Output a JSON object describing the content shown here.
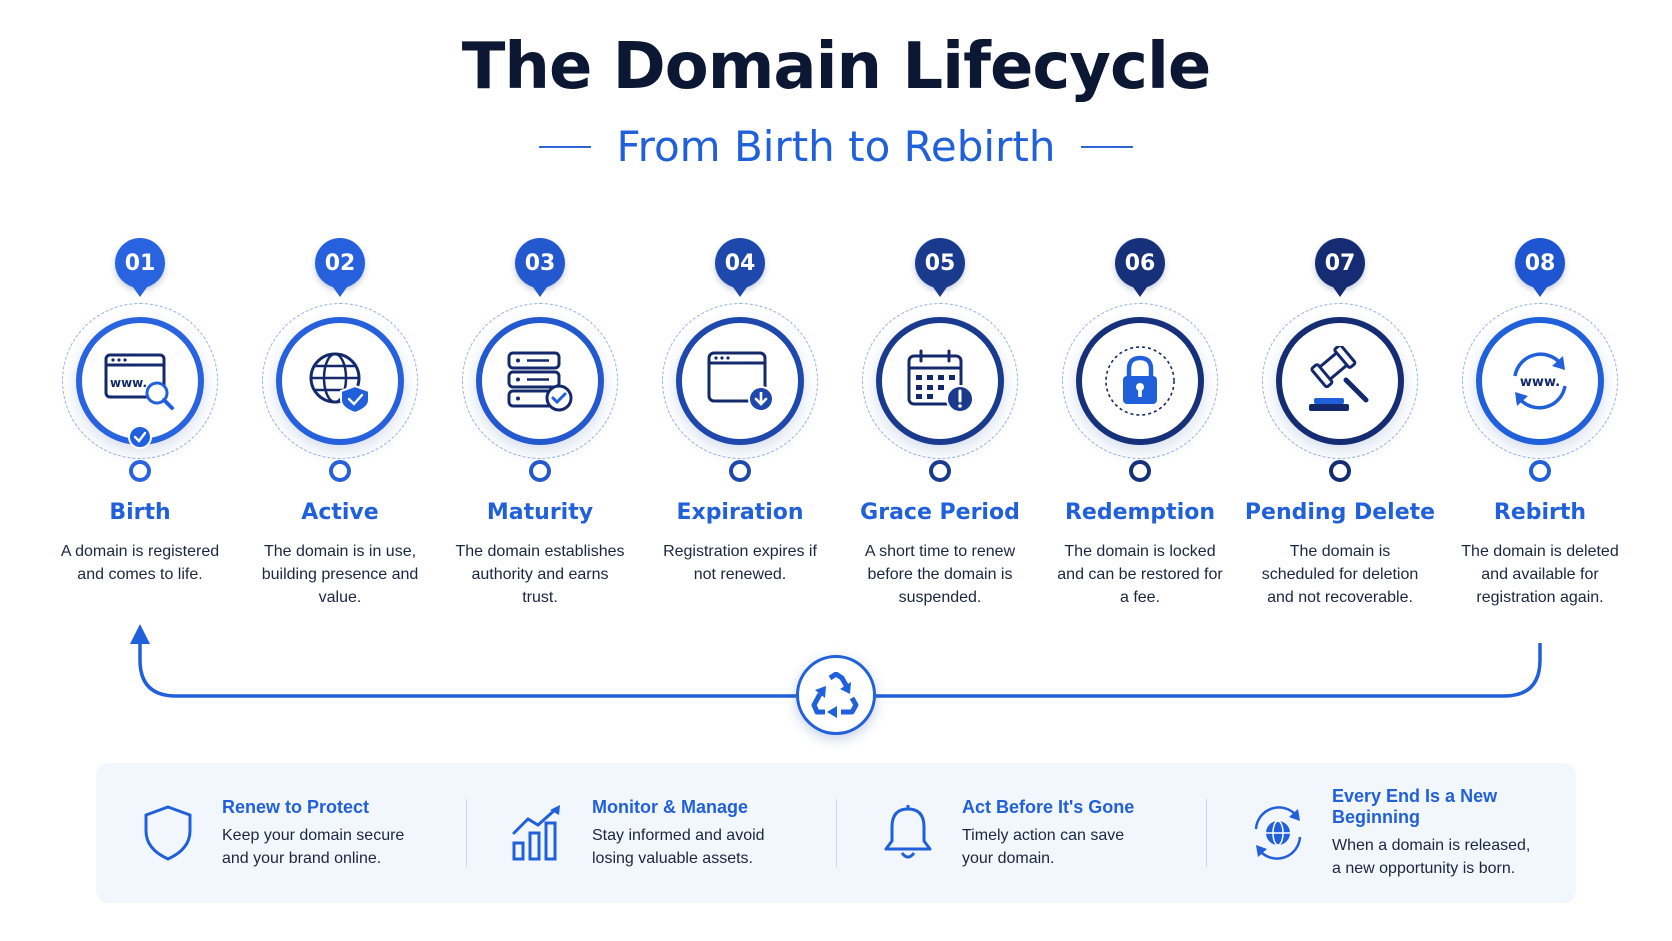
{
  "header": {
    "title": "The Domain Lifecycle",
    "subtitle": "From Birth to Rebirth"
  },
  "colors": {
    "accent": "#2160db",
    "navy": "#14296b",
    "title": "#0c1733",
    "footer_bg": "#f2f6fd"
  },
  "steps": [
    {
      "number": "01",
      "name": "Birth",
      "description": "A domain is registered and comes to life.",
      "icon": "www-search-icon",
      "badge_color": "#2a63e0",
      "ring_color": "#2a63e0"
    },
    {
      "number": "02",
      "name": "Active",
      "description": "The domain is in use, building presence and value.",
      "icon": "globe-shield-icon",
      "badge_color": "#2660dc",
      "ring_color": "#2660dc"
    },
    {
      "number": "03",
      "name": "Maturity",
      "description": "The domain establishes authority and earns trust.",
      "icon": "server-check-icon",
      "badge_color": "#2458cf",
      "ring_color": "#2458cf"
    },
    {
      "number": "04",
      "name": "Expiration",
      "description": "Registration expires if not renewed.",
      "icon": "browser-download-icon",
      "badge_color": "#1f48ad",
      "ring_color": "#1f48ad"
    },
    {
      "number": "05",
      "name": "Grace Period",
      "description": "A short time to renew before the domain is suspended.",
      "icon": "calendar-alert-icon",
      "badge_color": "#1a3a8e",
      "ring_color": "#1a3a8e"
    },
    {
      "number": "06",
      "name": "Redemption",
      "description": "The domain is locked and can be restored for a fee.",
      "icon": "padlock-icon",
      "badge_color": "#17307a",
      "ring_color": "#17307a"
    },
    {
      "number": "07",
      "name": "Pending Delete",
      "description": "The domain is scheduled for deletion and not recoverable.",
      "icon": "gavel-icon",
      "badge_color": "#152c72",
      "ring_color": "#152c72"
    },
    {
      "number": "08",
      "name": "Rebirth",
      "description": "The domain is deleted and available for registration again.",
      "icon": "www-refresh-icon",
      "badge_color": "#1f55d0",
      "ring_color": "#2160db"
    }
  ],
  "footer": {
    "tips": [
      {
        "title": "Renew to Protect",
        "text_line1": "Keep your domain secure",
        "text_line2": "and your brand online.",
        "icon": "shield-icon"
      },
      {
        "title": "Monitor & Manage",
        "text_line1": "Stay informed and avoid",
        "text_line2": "losing valuable assets.",
        "icon": "bar-chart-icon"
      },
      {
        "title": "Act Before It's Gone",
        "text_line1": "Timely action can save",
        "text_line2": "your domain.",
        "icon": "bell-icon"
      },
      {
        "title": "Every End Is a New Beginning",
        "text_line1": "When a domain is released,",
        "text_line2": "a new opportunity is born.",
        "icon": "globe-cycle-icon"
      }
    ]
  }
}
